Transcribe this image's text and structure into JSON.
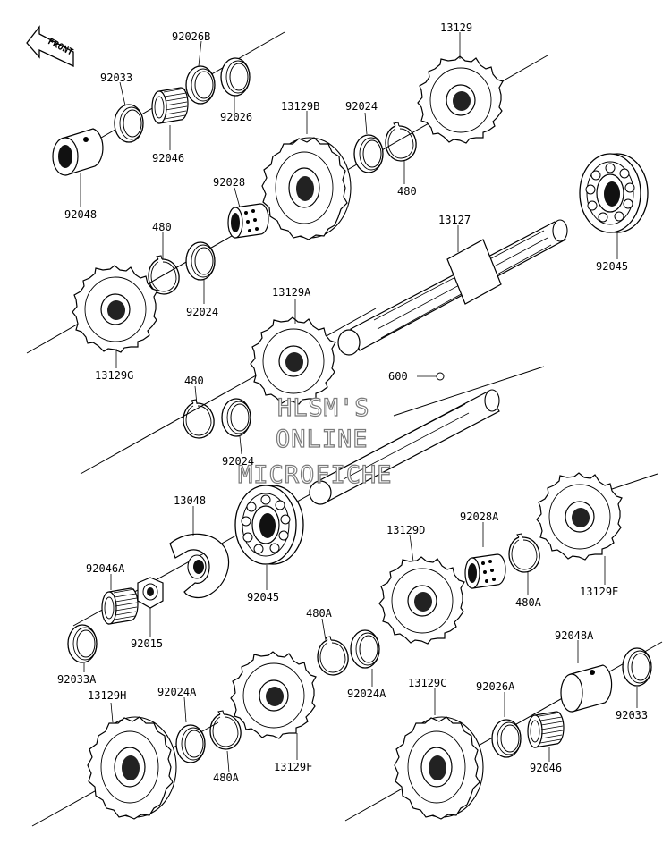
{
  "front_label": "FRONT",
  "watermark": [
    "HLSM'S",
    "ONLINE",
    "MICROFICHE"
  ],
  "parts": {
    "p92026B": "92026B",
    "p92033_top": "92033",
    "p92026_top": "92026",
    "p92046_top": "92046",
    "p92048_top": "92048",
    "p13129B": "13129B",
    "p92024_top": "92024",
    "p480_top": "480",
    "p13129": "13129",
    "p92028": "92028",
    "p480_left": "480",
    "p92024_left": "92024",
    "p13129G": "13129G",
    "p13127": "13127",
    "p92045_right": "92045",
    "p13129A": "13129A",
    "p600": "600",
    "p480_mid": "480",
    "p92024_mid": "92024",
    "p13048": "13048",
    "p92045_mid": "92045",
    "p13129D": "13129D",
    "p92028A": "92028A",
    "p13129E": "13129E",
    "p480A_right": "480A",
    "p92046A": "92046A",
    "p92015": "92015",
    "p92033A": "92033A",
    "p480A_mid": "480A",
    "p92024A_mid": "92024A",
    "p13129H": "13129H",
    "p92024A_left": "92024A",
    "p480A_left": "480A",
    "p13129F": "13129F",
    "p13129C": "13129C",
    "p92026A": "92026A",
    "p92046_bottom": "92046",
    "p92048A": "92048A",
    "p92033_bottom": "92033"
  }
}
